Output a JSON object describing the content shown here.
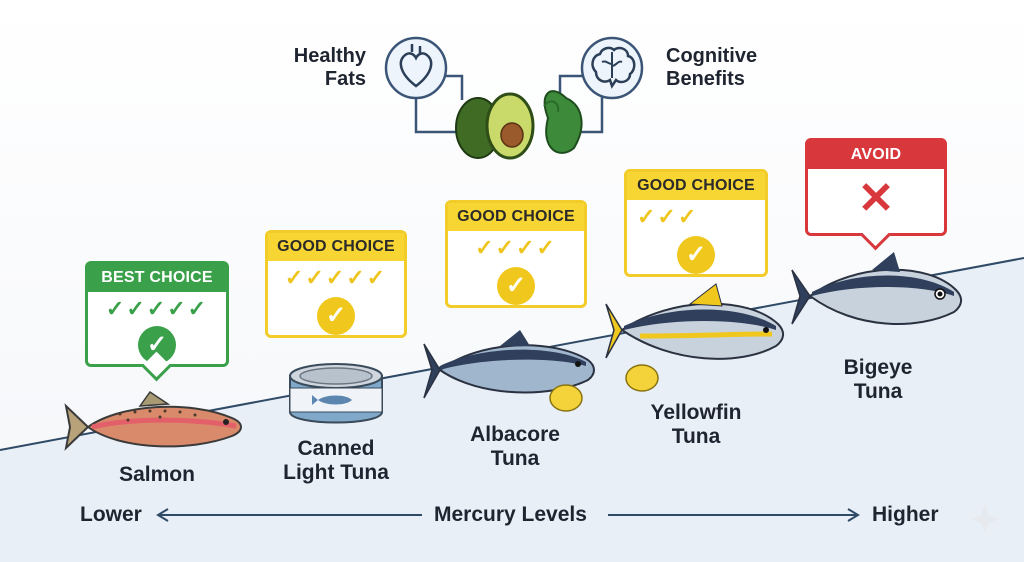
{
  "top_benefits": {
    "left": {
      "line1": "Healthy",
      "line2": "Fats",
      "icon": "heart-icon"
    },
    "right": {
      "line1": "Cognitive",
      "line2": "Benefits",
      "icon": "brain-icon"
    }
  },
  "fish": [
    {
      "name_line1": "Salmon",
      "name_line2": "",
      "badge": "BEST CHOICE",
      "checks": 5,
      "status": "best"
    },
    {
      "name_line1": "Canned",
      "name_line2": "Light Tuna",
      "badge": "GOOD CHOICE",
      "checks": 5,
      "status": "good"
    },
    {
      "name_line1": "Albacore",
      "name_line2": "Tuna",
      "badge": "GOOD CHOICE",
      "checks": 4,
      "status": "good"
    },
    {
      "name_line1": "Yellowfin",
      "name_line2": "Tuna",
      "badge": "GOOD CHOICE",
      "checks": 3,
      "status": "good"
    },
    {
      "name_line1": "Bigeye",
      "name_line2": "Tuna",
      "badge": "AVOID",
      "checks": 0,
      "status": "avoid"
    }
  ],
  "axis": {
    "lower": "Lower",
    "title": "Mercury Levels",
    "higher": "Higher"
  },
  "colors": {
    "best": "#3aa04a",
    "good": "#f2cc28",
    "avoid": "#d8383c",
    "text": "#1f2530",
    "slope": "#2f4a66"
  }
}
